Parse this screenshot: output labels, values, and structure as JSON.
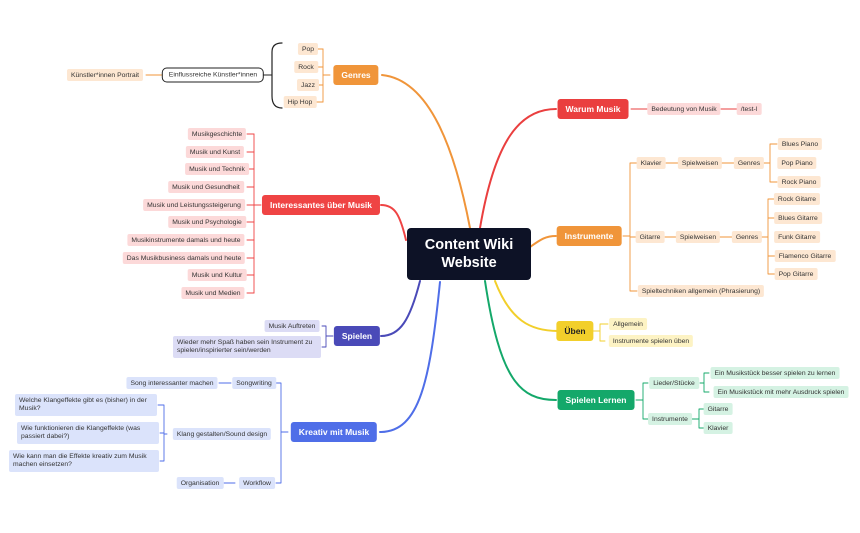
{
  "center": {
    "title": "Content Wiki Website"
  },
  "genres": {
    "label": "Genres",
    "items": [
      "Pop",
      "Rock",
      "Jazz",
      "Hip Hop"
    ],
    "influential": "Einflussreiche Künstler*innen",
    "portrait": "Künstler*innen Portrait"
  },
  "interessantes": {
    "label": "Interessantes über Musik",
    "items": [
      "Musikgeschichte",
      "Musik und Kunst",
      "Musik und Technik",
      "Musik und Gesundheit",
      "Musik und Leistungssteigerung",
      "Musik und Psychologie",
      "Musikinstrumente damals und heute",
      "Das Musikbusiness damals und heute",
      "Musik und Kultur",
      "Musik und Medien"
    ]
  },
  "spielen": {
    "label": "Spielen",
    "items": [
      "Musik Auftreten",
      "Wieder mehr Spaß haben sein Instrument zu spielen/inspirierter sein/werden"
    ]
  },
  "kreativ": {
    "label": "Kreativ mit Musik",
    "songwriting": "Songwriting",
    "songwriting_child": "Song interessanter machen",
    "sound_design": "Klang gestalten/Sound design",
    "sound_children": [
      "Welche Klangeffekte gibt es (bisher) in der Musik?",
      "Wie funktionieren die Klangeffekte (was passiert dabei?)",
      "Wie kann man die Effekte kreativ zum Musik machen einsetzen?"
    ],
    "workflow": "Workflow",
    "workflow_child": "Organisation"
  },
  "warum": {
    "label": "Warum Musik",
    "child": "Bedeutung von Musik",
    "grandchild": "/test-l"
  },
  "instrumente": {
    "label": "Instrumente",
    "klavier": "Klavier",
    "gitarre": "Gitarre",
    "spielweisen": "Spielweisen",
    "genres": "Genres",
    "piano_genres": [
      "Blues Piano",
      "Pop Piano",
      "Rock Piano"
    ],
    "guitar_genres": [
      "Rock Gitarre",
      "Blues Gitarre",
      "Funk Gitarre",
      "Flamenco Gitarre",
      "Pop Gitarre"
    ],
    "techniques": "Spieltechniken allgemein (Phrasierung)"
  },
  "ueben": {
    "label": "Üben",
    "items": [
      "Allgemein",
      "Instrumente spielen üben"
    ]
  },
  "lernen": {
    "label": "Spielen Lernen",
    "lieder": "Lieder/Stücke",
    "lieder_children": [
      "Ein Musikstück besser spielen zu lernen",
      "Ein Musikstück mit mehr Ausdruck spielen"
    ],
    "instrumente": "Instrumente",
    "instrumente_children": [
      "Gitarre",
      "Klavier"
    ]
  },
  "colors": {
    "center": "#0d1226",
    "genres": "#f0953a",
    "interessantes": "#ef4444",
    "spielen": "#4a4ab8",
    "kreativ": "#4f6ee8",
    "warum": "#ea3f3f",
    "instrumente": "#f0953a",
    "ueben": "#f2cf2b",
    "lernen": "#14a86a"
  }
}
